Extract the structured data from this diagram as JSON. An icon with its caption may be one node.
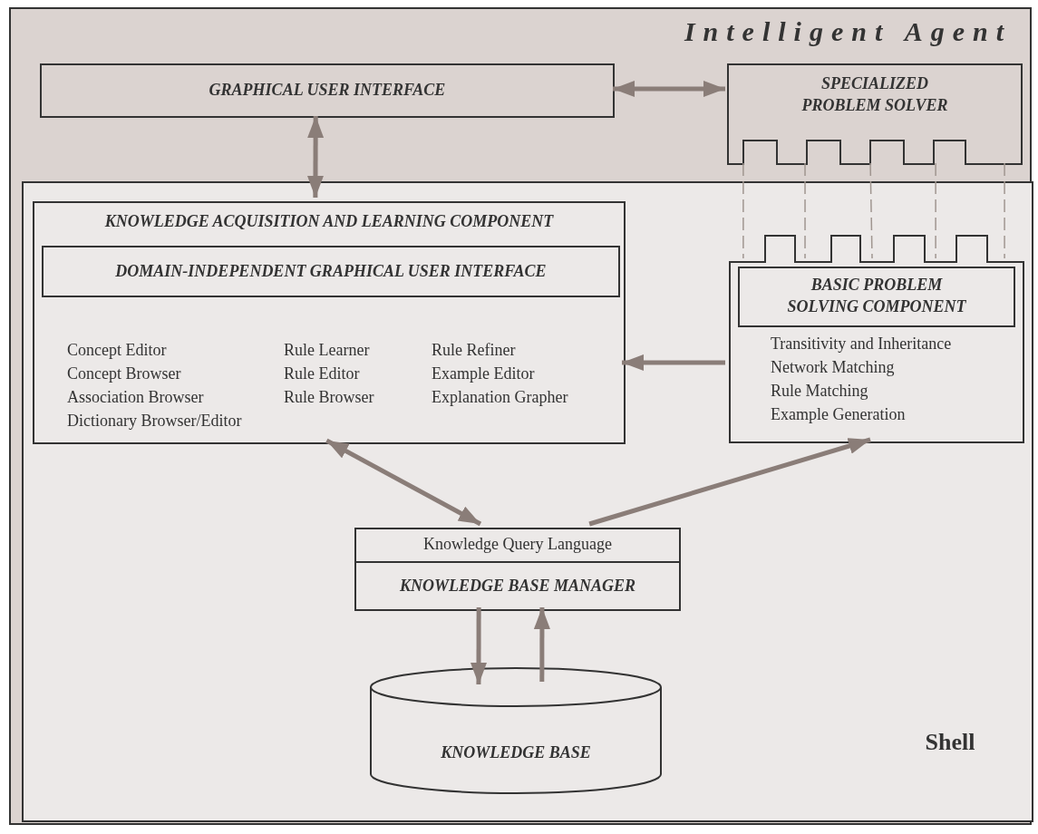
{
  "diagram": {
    "nodes": [
      {
        "text": [
          "Intelligent Agent"
        ]
      },
      {
        "text": [
          "GRAPHICAL USER INTERFACE"
        ],
        "in": 0
      },
      {
        "text": [
          "SPECIALIZED PROBLEM SOLVER"
        ],
        "in": 0
      },
      {
        "text": [
          "Shell"
        ],
        "in": 0
      },
      {
        "text": [
          "KNOWLEDGE ACQUISITION AND LEARNING COMPONENT",
          "Concept Editor",
          "Rule Learner",
          "Rule Refiner",
          "Concept Browser",
          "Rule Editor",
          "Example Editor",
          "Association Browser",
          "Rule Browser",
          "Explanation Grapher",
          "Dictionary Browser/Editor"
        ],
        "in": 3
      },
      {
        "text": [
          "DOMAIN-INDEPENDENT GRAPHICAL USER INTERFACE"
        ],
        "in": 4
      },
      {
        "text": [
          "Transitivity and Inheritance",
          "Network Matching",
          "Rule Matching",
          "Example Generation"
        ],
        "in": 3
      },
      {
        "text": [
          "BASIC PROBLEM SOLVING COMPONENT"
        ],
        "in": 6
      },
      {
        "text": [
          "Knowledge Query Language",
          "KNOWLEDGE BASE MANAGER"
        ],
        "in": 3
      },
      {
        "text": [
          "KNOWLEDGE BASE"
        ],
        "in": 3
      }
    ],
    "edges": [
      {
        "from": 1,
        "to": 2,
        "arrow": "both"
      },
      {
        "from": 1,
        "to": 4,
        "arrow": "both"
      },
      {
        "from": 6,
        "to": 4,
        "arrow": "to"
      },
      {
        "from": 4,
        "to": 8,
        "arrow": "both"
      },
      {
        "from": 8,
        "to": 6,
        "arrow": "to"
      },
      {
        "from": 8,
        "to": 9,
        "arrow": "to"
      },
      {
        "from": 9,
        "to": 8,
        "arrow": "to"
      },
      {
        "from": 2,
        "to": 6,
        "arrow": "none",
        "style": "dashed",
        "color": "#a09690"
      },
      {
        "from": 2,
        "to": 6,
        "arrow": "none",
        "style": "dashed",
        "color": "#a09690"
      },
      {
        "from": 2,
        "to": 6,
        "arrow": "none",
        "style": "dashed",
        "color": "#a09690"
      },
      {
        "from": 2,
        "to": 6,
        "arrow": "none",
        "style": "dashed",
        "color": "#a09690"
      },
      {
        "from": 2,
        "to": 6,
        "arrow": "none",
        "style": "dashed",
        "color": "#a09690"
      }
    ]
  }
}
